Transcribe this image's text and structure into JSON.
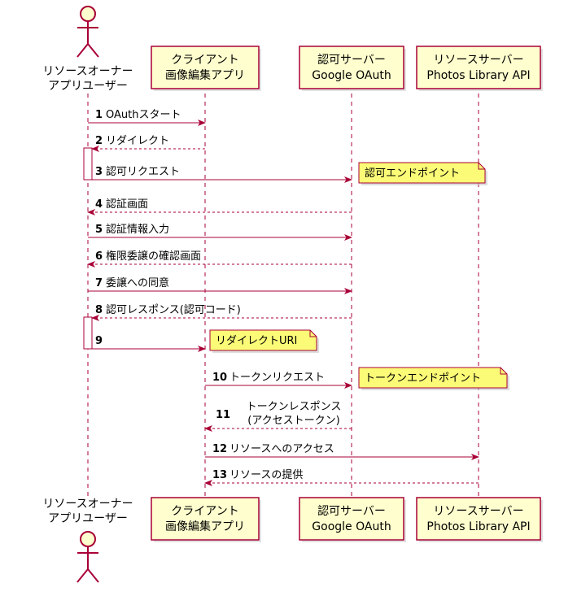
{
  "participants": [
    {
      "id": "owner",
      "kind": "actor",
      "lines": [
        "リソースオーナー",
        "アプリユーザー"
      ]
    },
    {
      "id": "client",
      "kind": "box",
      "lines": [
        "クライアント",
        "画像編集アプリ"
      ]
    },
    {
      "id": "auth",
      "kind": "box",
      "lines": [
        "認可サーバー",
        "Google OAuth"
      ]
    },
    {
      "id": "resource",
      "kind": "box",
      "lines": [
        "リソースサーバー",
        "Photos Library API"
      ]
    }
  ],
  "messages": [
    {
      "num": "1",
      "lines": [
        "OAuthスタート"
      ],
      "from": "owner",
      "to": "client",
      "style": "solid"
    },
    {
      "num": "2",
      "lines": [
        "リダイレクト"
      ],
      "from": "client",
      "to": "owner",
      "style": "dashed"
    },
    {
      "num": "3",
      "lines": [
        "認可リクエスト"
      ],
      "from": "owner",
      "to": "auth",
      "style": "solid"
    },
    {
      "num": "4",
      "lines": [
        "認証画面"
      ],
      "from": "auth",
      "to": "owner",
      "style": "dashed"
    },
    {
      "num": "5",
      "lines": [
        "認証情報入力"
      ],
      "from": "owner",
      "to": "auth",
      "style": "solid"
    },
    {
      "num": "6",
      "lines": [
        "権限委譲の確認画面"
      ],
      "from": "auth",
      "to": "owner",
      "style": "dashed"
    },
    {
      "num": "7",
      "lines": [
        "委譲への同意"
      ],
      "from": "owner",
      "to": "auth",
      "style": "solid"
    },
    {
      "num": "8",
      "lines": [
        "認可レスポンス(認可コード)"
      ],
      "from": "auth",
      "to": "owner",
      "style": "dashed"
    },
    {
      "num": "9",
      "lines": [],
      "from": "owner",
      "to": "client",
      "style": "solid"
    },
    {
      "num": "10",
      "lines": [
        "トークンリクエスト"
      ],
      "from": "client",
      "to": "auth",
      "style": "solid"
    },
    {
      "num": "11",
      "lines": [
        "トークンレスポンス",
        "(アクセストークン)"
      ],
      "from": "auth",
      "to": "client",
      "style": "dashed"
    },
    {
      "num": "12",
      "lines": [
        "リソースへのアクセス"
      ],
      "from": "client",
      "to": "resource",
      "style": "solid"
    },
    {
      "num": "13",
      "lines": [
        "リソースの提供"
      ],
      "from": "resource",
      "to": "client",
      "style": "dashed"
    }
  ],
  "notes": [
    {
      "text": "認可エンドポイント",
      "message": "3"
    },
    {
      "text": "リダイレクトURI",
      "message": "9"
    },
    {
      "text": "トークンエンドポイント",
      "message": "10"
    }
  ],
  "colors": {
    "line": "#A80036",
    "box_fill": "#FEFECE",
    "note_fill": "#FBFB77",
    "lifeline": "#A80036",
    "text": "#000000"
  }
}
